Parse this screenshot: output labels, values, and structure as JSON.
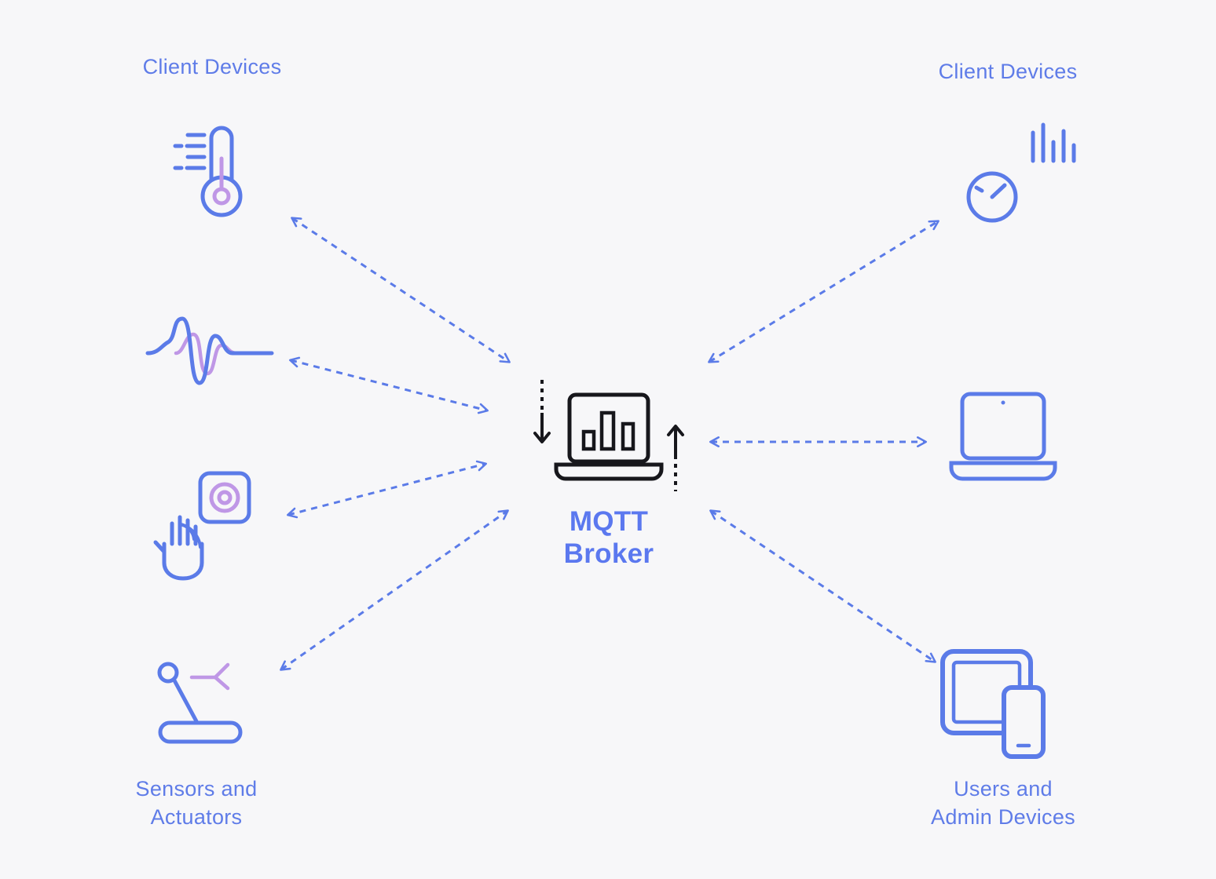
{
  "title": "MQTT Broker architecture diagram",
  "colors": {
    "background": "#f7f7f9",
    "blue": "#5b7be8",
    "label_blue": "#5f7ce8",
    "purple": "#bf97e6",
    "ink": "#17171c"
  },
  "labels": {
    "top_left": "Client Devices",
    "top_right": "Client Devices",
    "bottom_left": [
      "Sensors and",
      "Actuators"
    ],
    "bottom_right": [
      "Users and",
      "Admin Devices"
    ],
    "broker": [
      "MQTT",
      "Broker"
    ]
  },
  "nodes": {
    "center": {
      "name": "mqtt-broker",
      "icon": "broker-laptop-chart-icon",
      "label": "MQTT Broker"
    },
    "left": [
      {
        "name": "thermometer",
        "icon": "thermometer-icon",
        "group": "Client Devices"
      },
      {
        "name": "waveform-sensor",
        "icon": "waveform-icon",
        "group": "Client Devices"
      },
      {
        "name": "push-button-hand",
        "icon": "hand-button-icon",
        "group": "Sensors and Actuators"
      },
      {
        "name": "actuator-lever",
        "icon": "joystick-icon",
        "group": "Sensors and Actuators"
      }
    ],
    "right": [
      {
        "name": "gauge",
        "icon": "gauge-bars-icon",
        "group": "Client Devices"
      },
      {
        "name": "laptop",
        "icon": "laptop-icon",
        "group": "Users and Admin Devices"
      },
      {
        "name": "tablet-phone",
        "icon": "tablet-phone-icon",
        "group": "Users and Admin Devices"
      }
    ]
  },
  "edges": [
    {
      "from": "thermometer",
      "to": "mqtt-broker",
      "style": "dashed",
      "bidirectional": true
    },
    {
      "from": "waveform-sensor",
      "to": "mqtt-broker",
      "style": "dashed",
      "bidirectional": true
    },
    {
      "from": "push-button-hand",
      "to": "mqtt-broker",
      "style": "dashed",
      "bidirectional": true
    },
    {
      "from": "actuator-lever",
      "to": "mqtt-broker",
      "style": "dashed",
      "bidirectional": true
    },
    {
      "from": "gauge",
      "to": "mqtt-broker",
      "style": "dashed",
      "bidirectional": true
    },
    {
      "from": "laptop",
      "to": "mqtt-broker",
      "style": "dashed",
      "bidirectional": true
    },
    {
      "from": "tablet-phone",
      "to": "mqtt-broker",
      "style": "dashed",
      "bidirectional": true
    }
  ],
  "broker_flow": [
    {
      "name": "inbound-arrow",
      "direction": "down"
    },
    {
      "name": "outbound-arrow",
      "direction": "up"
    }
  ]
}
